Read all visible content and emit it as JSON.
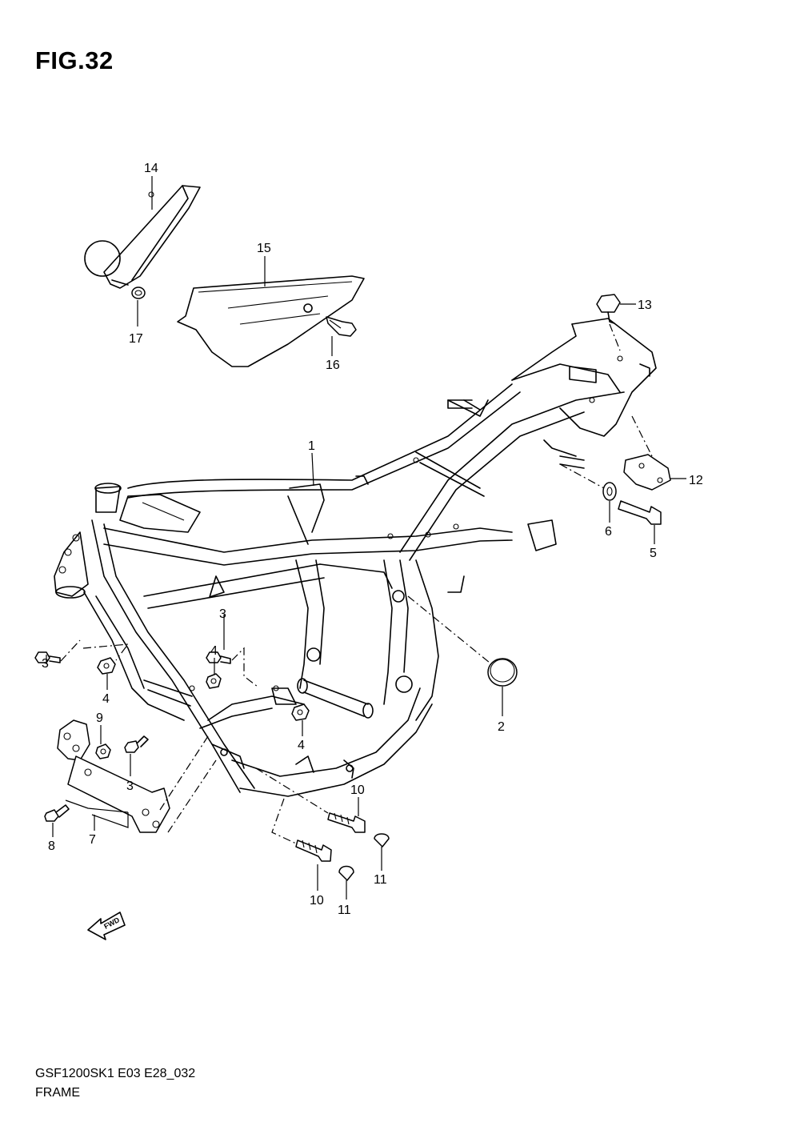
{
  "figure": {
    "title": "FIG.32"
  },
  "footer": {
    "code": "GSF1200SK1 E03 E28_032",
    "name": "FRAME"
  },
  "fwd_label": "FWD",
  "callouts": {
    "c1": "1",
    "c2": "2",
    "c3a": "3",
    "c3b": "3",
    "c3c": "3",
    "c4a": "4",
    "c4b": "4",
    "c4c": "4",
    "c5": "5",
    "c6": "6",
    "c7": "7",
    "c8": "8",
    "c9": "9",
    "c10a": "10",
    "c10b": "10",
    "c11a": "11",
    "c11b": "11",
    "c12": "12",
    "c13": "13",
    "c14": "14",
    "c15": "15",
    "c16": "16",
    "c17": "17"
  }
}
